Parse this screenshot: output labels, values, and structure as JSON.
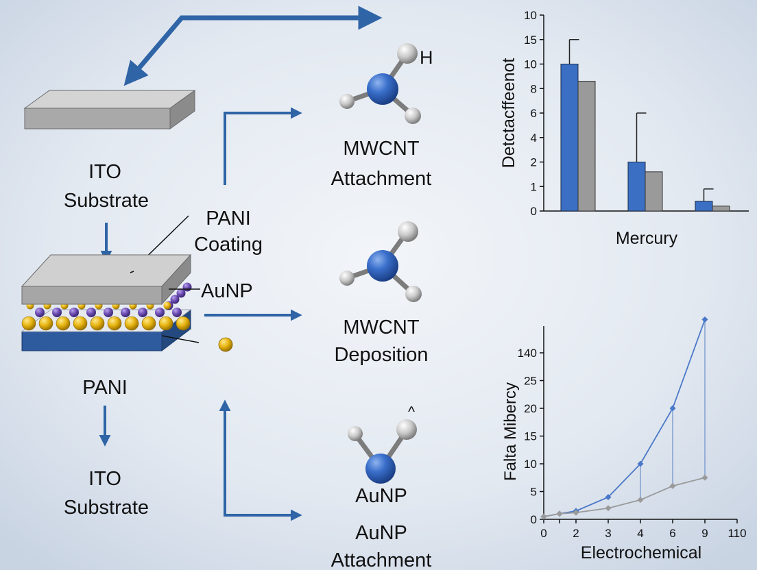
{
  "labels": {
    "ito_top_1": "ITO",
    "ito_top_2": "Substrate",
    "pani_coating_1": "PANI",
    "pani_coating_2": "Coating",
    "aunp_side": "AuNP",
    "pani": "PANI",
    "ito_bottom_1": "ITO",
    "ito_bottom_2": "Substrate",
    "mwcnt_attach_1": "MWCNT",
    "mwcnt_attach_2": "Attachment",
    "mwcnt_depo_1": "MWCNT",
    "mwcnt_depo_2": "Deposition",
    "aunp_mol": "AuNP",
    "aunp_attach_1": "AuNP",
    "aunp_attach_2": "Attachment",
    "h_atom": "H",
    "caret_atom": "^"
  },
  "colors": {
    "arrow": "#2f64a6",
    "blue_series": "#3b6fc4",
    "gray_series": "#9a9a9a",
    "gold": "#e5b20e",
    "purple": "#6a4bb0",
    "substrate_blue": "#2e5a9e"
  },
  "chart_data": [
    {
      "type": "bar",
      "xlabel": "Mercury",
      "ylabel": "Detctacffeenot",
      "yticks": [
        "0",
        "1",
        "2",
        "4",
        "6",
        "8",
        "10",
        "15",
        "10"
      ],
      "groups": [
        {
          "blue": 10,
          "gray": 8.6,
          "error": 15.5
        },
        {
          "blue": 2,
          "gray": 1.6,
          "error": 6
        },
        {
          "blue": 0.4,
          "gray": 0.2,
          "error": 0.9
        }
      ]
    },
    {
      "type": "line",
      "xlabel": "Electrochemical",
      "ylabel": "Falta Mibercy",
      "xticks": [
        "0",
        "1",
        "2",
        "3",
        "4",
        "6",
        "9",
        "110"
      ],
      "yticks": [
        "0",
        "5",
        "10",
        "15",
        "20",
        "25",
        "140"
      ],
      "series": [
        {
          "color": "blue",
          "x": [
            0,
            1,
            2,
            3,
            4,
            6,
            9
          ],
          "y": [
            0.5,
            1,
            1.5,
            4,
            10,
            20,
            36
          ]
        },
        {
          "color": "gray",
          "x": [
            0,
            1,
            2,
            3,
            4,
            6,
            9
          ],
          "y": [
            0.5,
            1,
            1.2,
            2,
            3.5,
            6,
            7.5
          ]
        }
      ]
    }
  ]
}
